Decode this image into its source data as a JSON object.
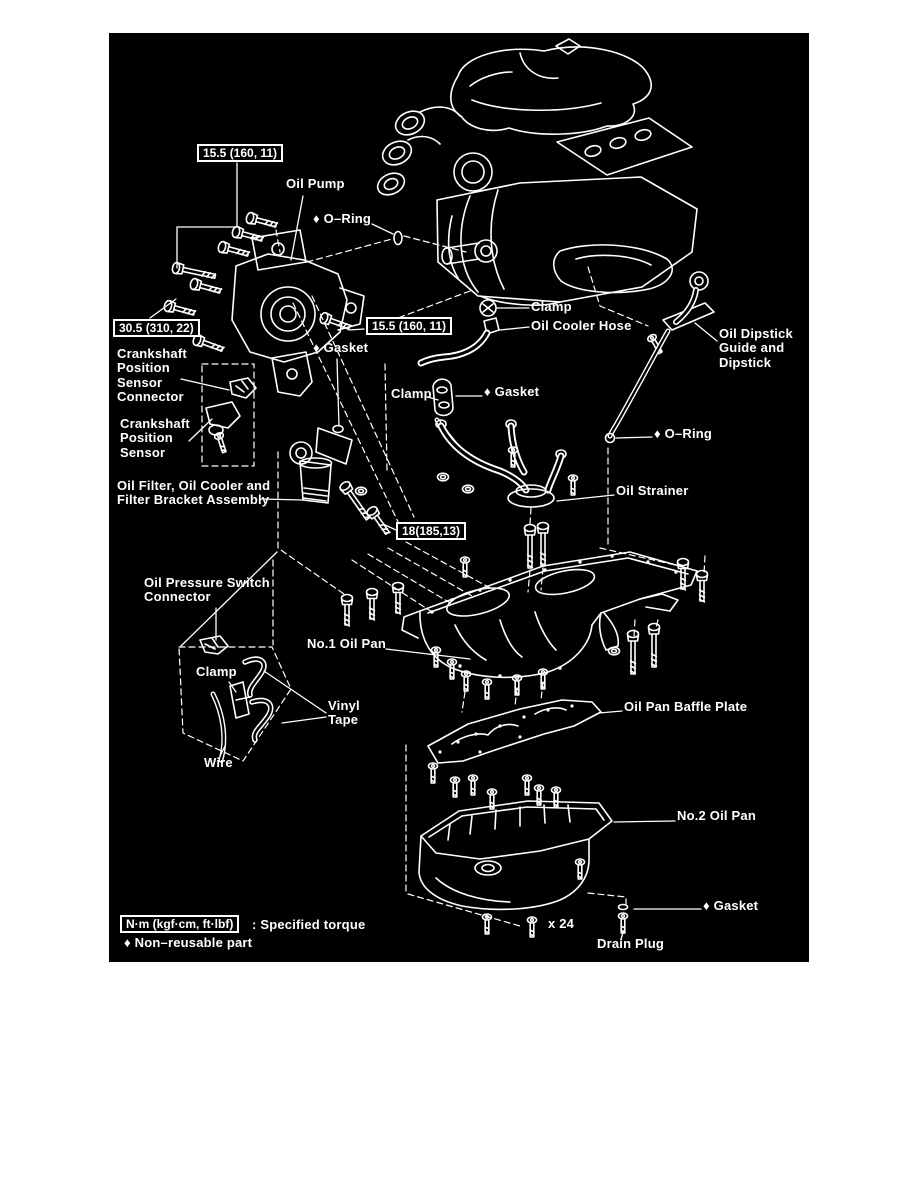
{
  "colors": {
    "page_background": "#ffffff",
    "diagram_background": "#000000",
    "line": "#ffffff"
  },
  "labels": {
    "torque_oil_pump_top": "15.5 (160, 11)",
    "oil_pump": "Oil Pump",
    "o_ring_top": "♦ O–Ring",
    "torque_pump_bolts": "30.5 (310, 22)",
    "torque_pump_lower": "15.5 (160, 11)",
    "clamp_hose": "Clamp",
    "oil_cooler_hose": "Oil Cooler Hose",
    "oil_dipstick": "Oil Dipstick\nGuide and\nDipstick",
    "gasket_left": "♦ Gasket",
    "cps_connector": "Crankshaft\nPosition\nSensor\nConnector",
    "clamp_mid": "Clamp",
    "gasket_mid": "♦ Gasket",
    "cps_sensor": "Crankshaft\nPosition\nSensor",
    "o_ring_right": "♦ O–Ring",
    "oil_filter": "Oil Filter, Oil Cooler and\nFilter Bracket Assembly",
    "oil_strainer": "Oil Strainer",
    "torque_strainer": "18(185,13)",
    "oil_pressure_switch": "Oil Pressure Switch\nConnector",
    "no1_oil_pan": "No.1 Oil Pan",
    "clamp_bottom": "Clamp",
    "vinyl_tape": "Vinyl\nTape",
    "wire": "Wire",
    "baffle_plate": "Oil Pan Baffle Plate",
    "no2_oil_pan": "No.2 Oil Pan",
    "gasket_bottom": "♦ Gasket",
    "bolt_count": "x 24",
    "drain_plug": "Drain Plug"
  },
  "legend": {
    "torque_box": "N·m (kgf·cm, ft·lbf)",
    "torque_meaning": ": Specified torque",
    "nonreusable": "♦ Non–reusable part"
  }
}
